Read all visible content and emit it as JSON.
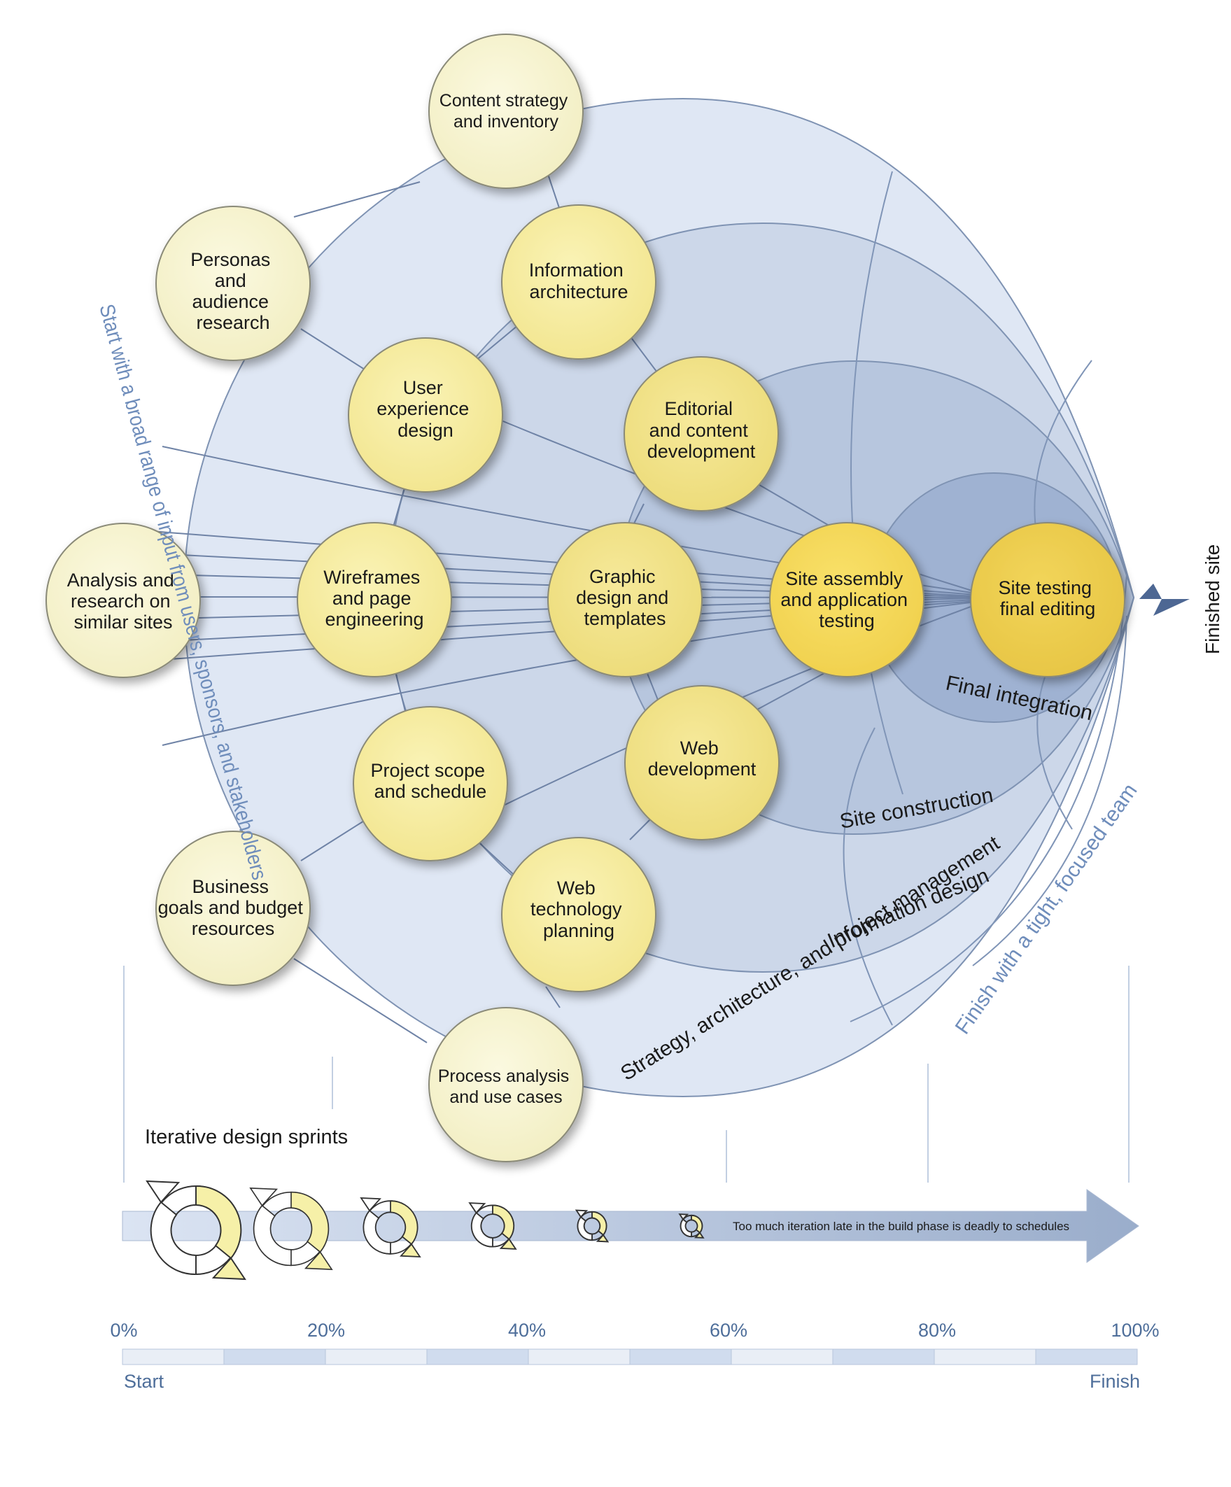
{
  "colors": {
    "outer_phase": "#dfe7f4",
    "phase_edge": "#7f93b3",
    "node_pale": "#f5f2c8",
    "node_yellow": "#f6ec9e",
    "node_gold": "#f0d75a",
    "node_edge": "#8a8a78",
    "accent_text": "#6f8dbb",
    "axis_text": "#4e6e9a",
    "arrow": "#a9b8d2"
  },
  "nodes": [
    {
      "id": "content-strategy",
      "lines": [
        "Content strategy",
        "and inventory"
      ]
    },
    {
      "id": "personas",
      "lines": [
        "Personas",
        "and",
        "audience",
        "research"
      ]
    },
    {
      "id": "information-architecture",
      "lines": [
        "Information",
        "architecture"
      ]
    },
    {
      "id": "user-experience",
      "lines": [
        "User",
        "experience",
        "design"
      ]
    },
    {
      "id": "editorial",
      "lines": [
        "Editorial",
        "and content",
        "development"
      ]
    },
    {
      "id": "analysis",
      "lines": [
        "Analysis and",
        "research on",
        "similar sites"
      ]
    },
    {
      "id": "wireframes",
      "lines": [
        "Wireframes",
        "and page",
        "engineering"
      ]
    },
    {
      "id": "graphic-design",
      "lines": [
        "Graphic",
        "design and",
        "templates"
      ]
    },
    {
      "id": "site-assembly",
      "lines": [
        "Site assembly",
        "and application",
        "testing"
      ]
    },
    {
      "id": "site-testing",
      "lines": [
        "Site testing",
        "final editing"
      ]
    },
    {
      "id": "web-development",
      "lines": [
        "Web",
        "development"
      ]
    },
    {
      "id": "project-scope",
      "lines": [
        "Project scope",
        "and schedule"
      ]
    },
    {
      "id": "business-goals",
      "lines": [
        "Business",
        "goals and budget",
        "resources"
      ]
    },
    {
      "id": "web-technology",
      "lines": [
        "Web",
        "technology",
        "planning"
      ]
    },
    {
      "id": "process-analysis",
      "lines": [
        "Process analysis",
        "and use cases"
      ]
    }
  ],
  "phases": [
    {
      "id": "strategy",
      "label": "Strategy, architecture, and project management"
    },
    {
      "id": "information-design",
      "label": "Information design"
    },
    {
      "id": "site-construction",
      "label": "Site construction"
    },
    {
      "id": "final-integration",
      "label": "Final integration"
    }
  ],
  "side_labels": {
    "left": "Start with a broad range of input from users, sponsors, and stakeholders",
    "right": "Finish with a tight, focused team",
    "finished": "Finished site"
  },
  "sprints": {
    "heading": "Iterative design sprints",
    "note": "Too much iteration late in the build phase is deadly to schedules"
  },
  "timeline": {
    "ticks": [
      "0%",
      "20%",
      "40%",
      "60%",
      "80%",
      "100%"
    ],
    "start": "Start",
    "finish": "Finish",
    "segments": 10
  }
}
